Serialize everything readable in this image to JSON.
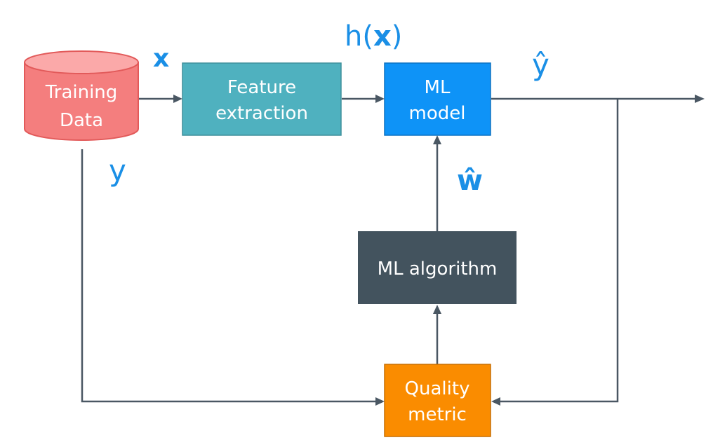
{
  "nodes": {
    "training_data": {
      "line1": "Training",
      "line2": "Data",
      "fill": "#f47e7e",
      "top_fill": "#fba9a9",
      "stroke": "#e25a5a"
    },
    "feature_extraction": {
      "line1": "Feature",
      "line2": "extraction",
      "fill": "#4fb1bf",
      "stroke": "#3f8f9b"
    },
    "ml_model": {
      "line1": "ML",
      "line2": "model",
      "fill": "#0e93f7",
      "stroke": "#0b72c2"
    },
    "ml_algorithm": {
      "line1": "ML algorithm",
      "fill": "#43535e"
    },
    "quality_metric": {
      "line1": "Quality",
      "line2": "metric",
      "fill": "#fa8c00",
      "stroke": "#c86f00"
    }
  },
  "labels": {
    "x": "x",
    "h_prefix": "h(",
    "h_arg": "x",
    "h_suffix": ")",
    "y_hat": "ŷ",
    "y": "y",
    "w_hat": "ŵ"
  },
  "colors": {
    "wire": "#4a5763",
    "variable": "#1a8fe6"
  }
}
